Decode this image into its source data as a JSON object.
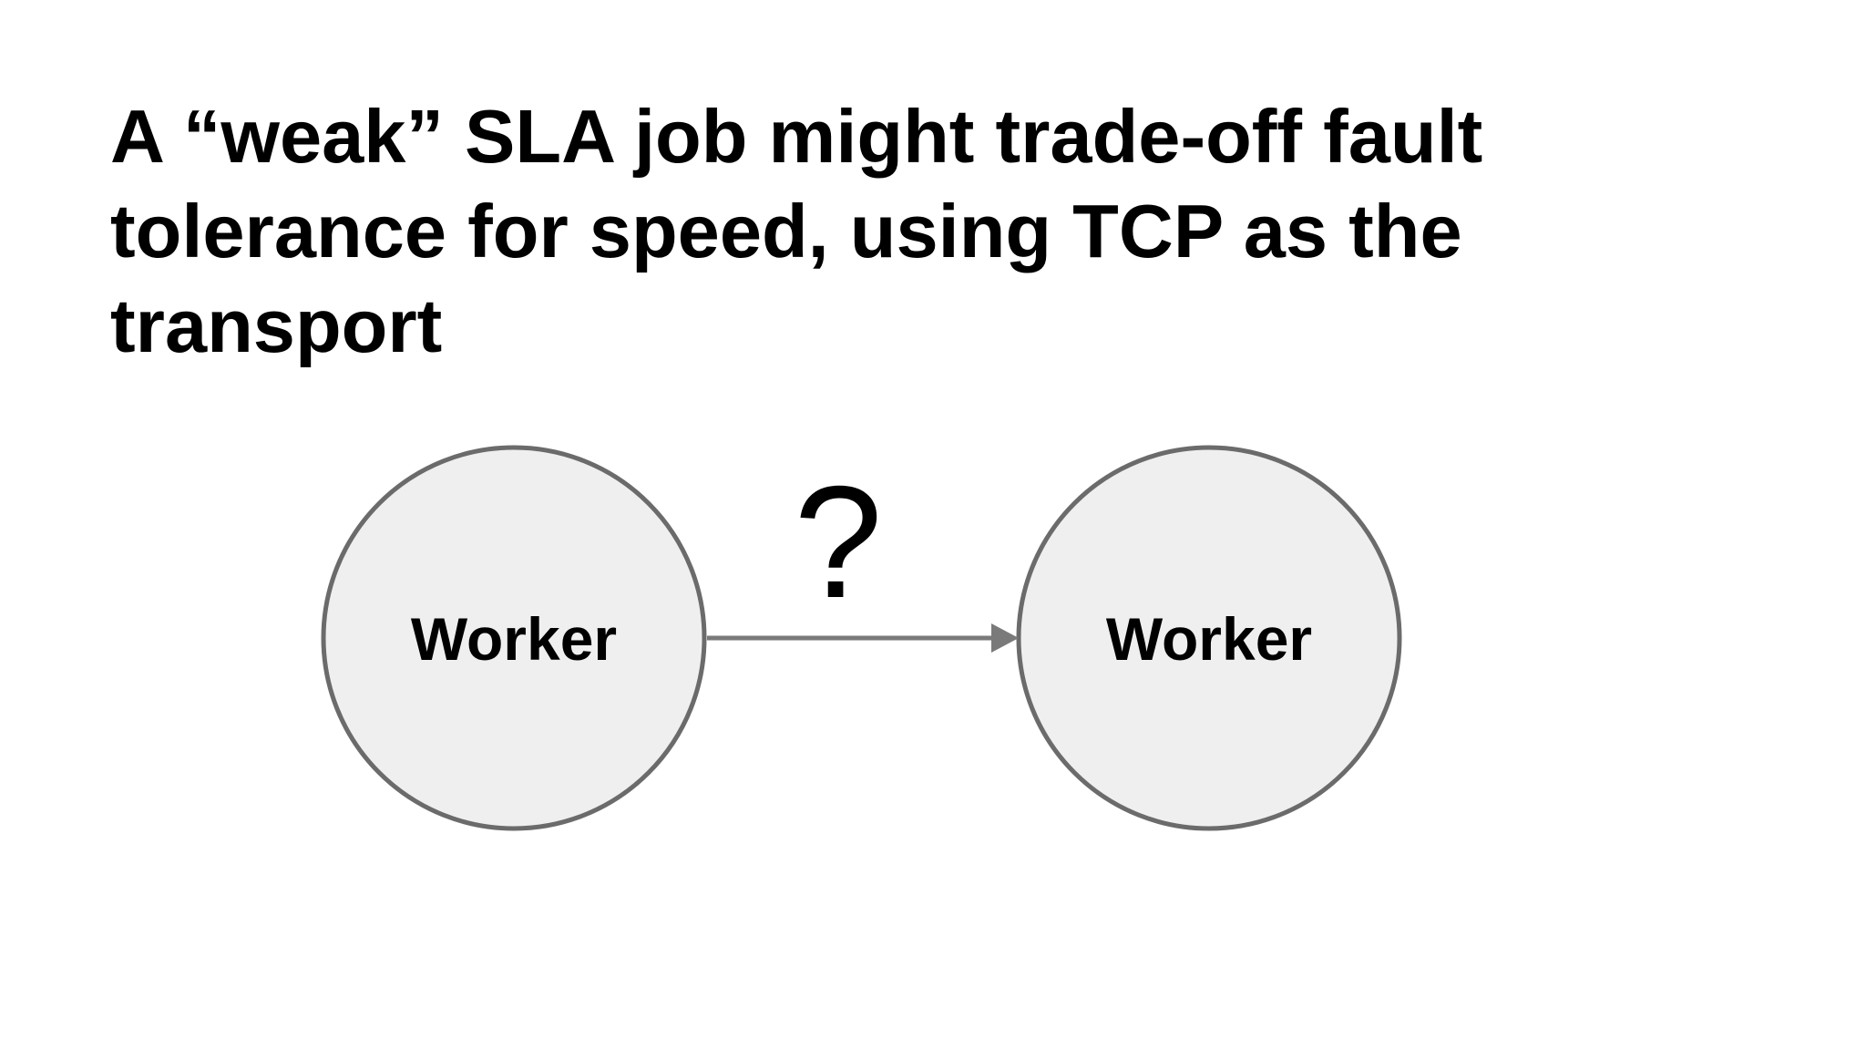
{
  "slide": {
    "title": {
      "text": "A “weak” SLA job might trade-off fault tolerance for speed, using TCP as the transport",
      "lines": [
        "A “weak” SLA job might trade-off fault",
        "tolerance for speed, using TCP as the",
        "transport"
      ]
    },
    "diagram": {
      "nodes": [
        {
          "label": "Worker"
        },
        {
          "label": "Worker"
        }
      ],
      "edge": {
        "label": "?",
        "direction": "left-to-right"
      },
      "colors": {
        "background": "#ffffff",
        "text": "#000000",
        "node_fill": "#efefef",
        "node_border": "#6b6b6b",
        "arrow": "#7a7a7a"
      }
    }
  }
}
